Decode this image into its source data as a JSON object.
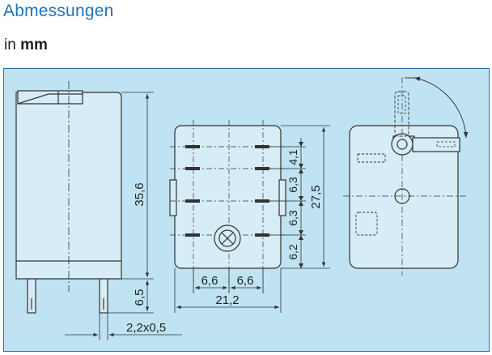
{
  "page": {
    "heading": "Abmessungen",
    "unit_prefix": "in",
    "unit": "mm"
  },
  "colors": {
    "heading": "#1f73b7",
    "panel_background": "#bfe3f3",
    "panel_border": "#2d6ea8",
    "body_fill": "#d6ecf7",
    "line": "#333333"
  },
  "dimensions": {
    "height": "35,6",
    "pin_length": "6,5",
    "pin_thickness": "2,2x0,5",
    "pitch_left": "6,6",
    "pitch_right": "6,6",
    "base_width": "21,2",
    "row_pitch_1": "4,1",
    "row_pitch_2": "6,3",
    "row_pitch_3": "6,3",
    "row_pitch_4": "6,2",
    "base_height": "27,5"
  }
}
